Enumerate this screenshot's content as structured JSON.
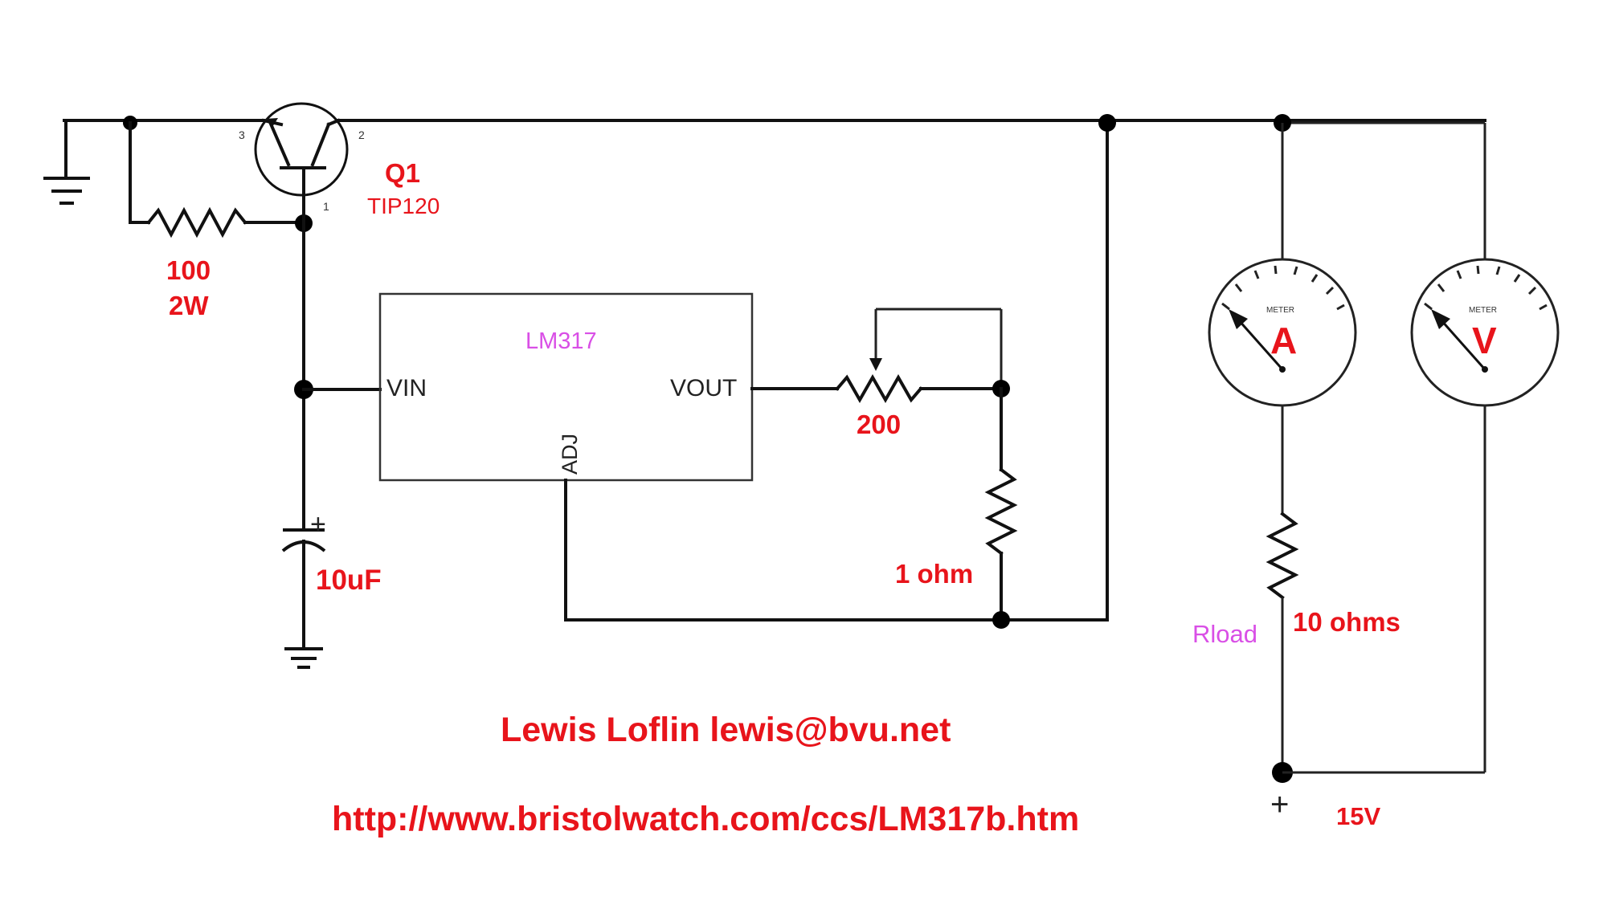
{
  "transistor": {
    "ref": "Q1",
    "part": "TIP120",
    "pin_emitter": "3",
    "pin_collector": "2",
    "pin_base": "1"
  },
  "resistor_base": {
    "value": "100",
    "rating": "2W"
  },
  "regulator": {
    "name": "LM317",
    "pin_vin": "VIN",
    "pin_vout": "VOUT",
    "pin_adj": "ADJ"
  },
  "potentiometer": {
    "value": "200"
  },
  "sense_resistor": {
    "value": "1 ohm"
  },
  "capacitor": {
    "value": "10uF",
    "polarity": "+"
  },
  "ammeter": {
    "caption": "METER",
    "symbol": "A"
  },
  "voltmeter": {
    "caption": "METER",
    "symbol": "V"
  },
  "load": {
    "label": "Rload",
    "value": "10 ohms"
  },
  "supply": {
    "polarity": "+",
    "value": "15V"
  },
  "credits": {
    "author": "Lewis Loflin lewis@bvu.net",
    "url": "http://www.bristolwatch.com/ccs/LM317b.htm"
  },
  "colors": {
    "label_red": "#e8141b",
    "label_magenta": "#d94fe6",
    "wire": "#111111"
  }
}
